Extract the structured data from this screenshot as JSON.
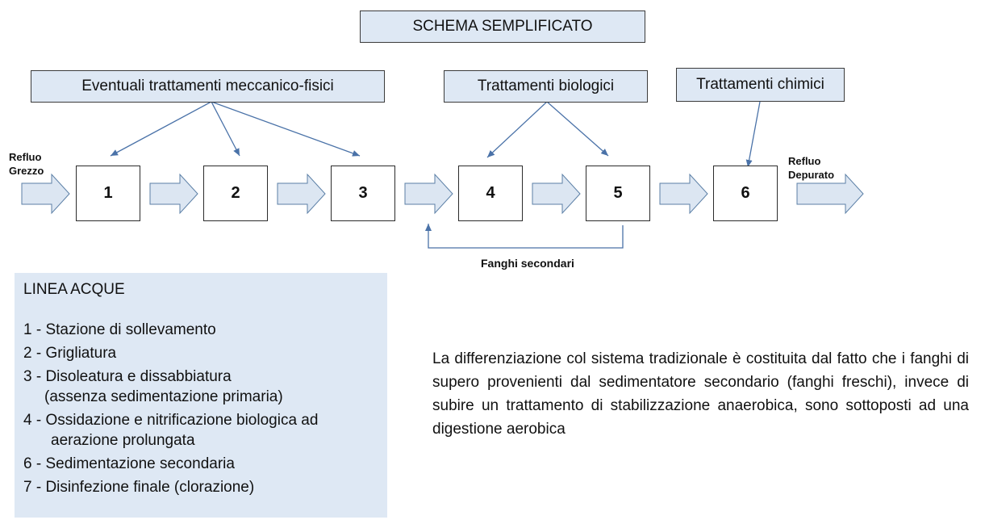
{
  "header": {
    "title": "SCHEMA SEMPLIFICATO",
    "mechanical": "Eventuali trattamenti meccanico-fisici",
    "biological": "Trattamenti biologici",
    "chemical": "Trattamenti chimici"
  },
  "steps": [
    "1",
    "2",
    "3",
    "4",
    "5",
    "6"
  ],
  "flow_labels": {
    "input_line1": "Refluo",
    "input_line2": "Grezzo",
    "output_line1": "Refluo",
    "output_line2": "Depurato",
    "recycle": "Fanghi secondari"
  },
  "legend": {
    "title": "LINEA ACQUE",
    "items": [
      "1 - Stazione di sollevamento",
      "2 - Grigliatura",
      "3 - Disoleatura e dissabbiatura",
      "(assenza sedimentazione primaria)",
      "4 - Ossidazione e nitrificazione biologica ad",
      "aerazione prolungata",
      "6 - Sedimentazione secondaria",
      "7 - Disinfezione finale (clorazione)"
    ]
  },
  "description": "La differenziazione col sistema tradizionale è costituita dal fatto che i fanghi di supero provenienti dal sedimentatore secondario (fanghi freschi), invece di subire un trattamento di stabilizzazione anaerobica, sono sottoposti ad una digestione aerobica",
  "colors": {
    "box_fill": "#dee8f4",
    "arrow_fill": "#dce6f2",
    "arrow_stroke": "#5b7fa6",
    "connector": "#4a72a8"
  }
}
